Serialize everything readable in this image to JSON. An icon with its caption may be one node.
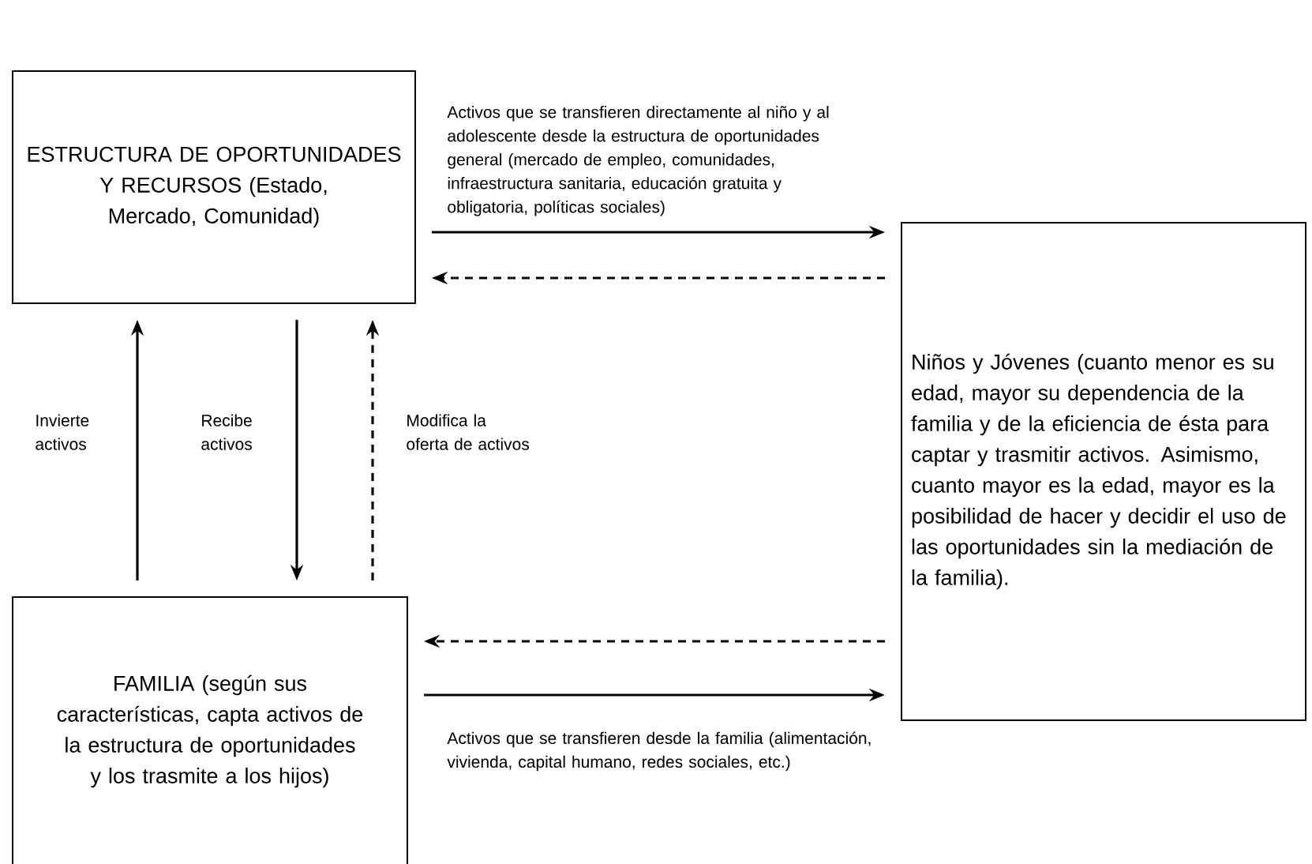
{
  "diagram": {
    "nodes": [
      {
        "text": [
          "ESTRUCTURA DE OPORTUNIDADES Y RECURSOS (Estado, Mercado, Comunidad)"
        ]
      },
      {
        "text": [
          "Niños y Jóvenes (cuanto menor es su edad, mayor su dependencia de la familia y de la eficiencia de ésta para captar y trasmitir activos. Asimismo, cuanto mayor es la edad, mayor es la posibilidad de hacer y decidir el uso de las oportunidades sin la mediación de la familia)."
        ]
      },
      {
        "text": [
          "FAMILIA (según sus características, capta activos de la estructura de oportunidades y los trasmite a los hijos)"
        ]
      }
    ],
    "edges": [
      {
        "from": 0,
        "to": 1,
        "arrow": "to",
        "label": "Activos que se transfieren directamente al niño y al adolescente desde la estructura de oportunidades general (mercado de empleo, comunidades, infraestructura sanitaria, educación gratuita y obligatoria, políticas sociales)"
      },
      {
        "from": 1,
        "to": 0,
        "arrow": "to",
        "style": "dashed"
      },
      {
        "from": 2,
        "to": 0,
        "arrow": "to",
        "label": "Invierte activos"
      },
      {
        "from": 0,
        "to": 2,
        "arrow": "to",
        "label": "Recibe activos"
      },
      {
        "from": 2,
        "to": 0,
        "arrow": "to",
        "style": "dashed",
        "label": "Modifica la oferta de activos"
      },
      {
        "from": 1,
        "to": 2,
        "arrow": "to",
        "style": "dashed"
      },
      {
        "from": 2,
        "to": 1,
        "arrow": "to",
        "label": "Activos que se transfieren desde la familia (alimentación, vivienda, capital humano, redes sociales, etc.)"
      }
    ]
  }
}
